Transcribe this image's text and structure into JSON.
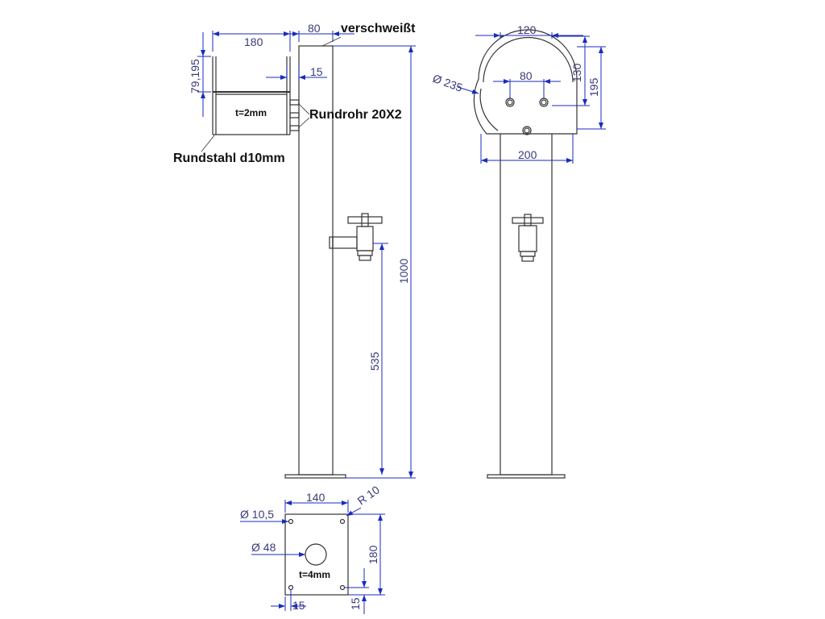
{
  "labels": {
    "welded": "verschweißt",
    "round_tube": "Rundrohr 20X2",
    "round_steel": "Rundstahl d10mm",
    "sheet_thickness": "t=2mm",
    "plate_thickness": "t=4mm"
  },
  "dimensions": {
    "holder_width": "180",
    "post_width": "80",
    "holder_height": "79,195",
    "offset": "15",
    "total_height": "1000",
    "tap_height": "535",
    "side_width": "120",
    "holder_diameter": "Ø 235",
    "hole_spacing": "80",
    "side_depth_130": "130",
    "side_depth_195": "195",
    "holder_span": "200",
    "plate_width": "140",
    "corner_radius": "R 10",
    "hole_diameter": "Ø 10,5",
    "center_hole": "Ø 48",
    "plate_height": "180",
    "edge_x": "15",
    "edge_y": "15"
  }
}
